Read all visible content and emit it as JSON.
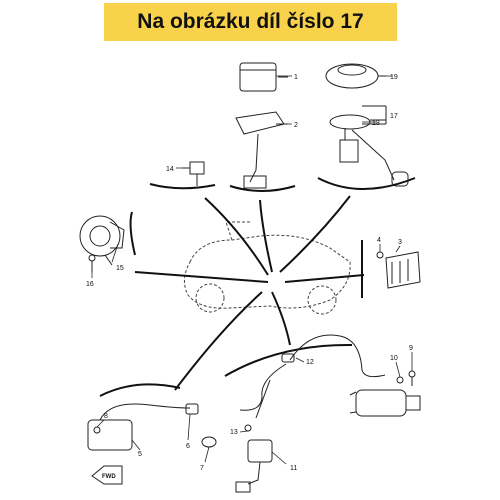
{
  "banner": {
    "text": "Na obrázku díl číslo 17",
    "color": "#f9d24c"
  },
  "callouts": [
    {
      "id": "1",
      "label": "1"
    },
    {
      "id": "2",
      "label": "2"
    },
    {
      "id": "3",
      "label": "3"
    },
    {
      "id": "4",
      "label": "4"
    },
    {
      "id": "5",
      "label": "5"
    },
    {
      "id": "6",
      "label": "6"
    },
    {
      "id": "7",
      "label": "7"
    },
    {
      "id": "8",
      "label": "8"
    },
    {
      "id": "9",
      "label": "9"
    },
    {
      "id": "10",
      "label": "10"
    },
    {
      "id": "11",
      "label": "11"
    },
    {
      "id": "12",
      "label": "12"
    },
    {
      "id": "13",
      "label": "13"
    },
    {
      "id": "14",
      "label": "14"
    },
    {
      "id": "15",
      "label": "15"
    },
    {
      "id": "16",
      "label": "16"
    },
    {
      "id": "17",
      "label": "17"
    },
    {
      "id": "18",
      "label": "18"
    },
    {
      "id": "19",
      "label": "19"
    }
  ],
  "fwd_label": "FWD"
}
